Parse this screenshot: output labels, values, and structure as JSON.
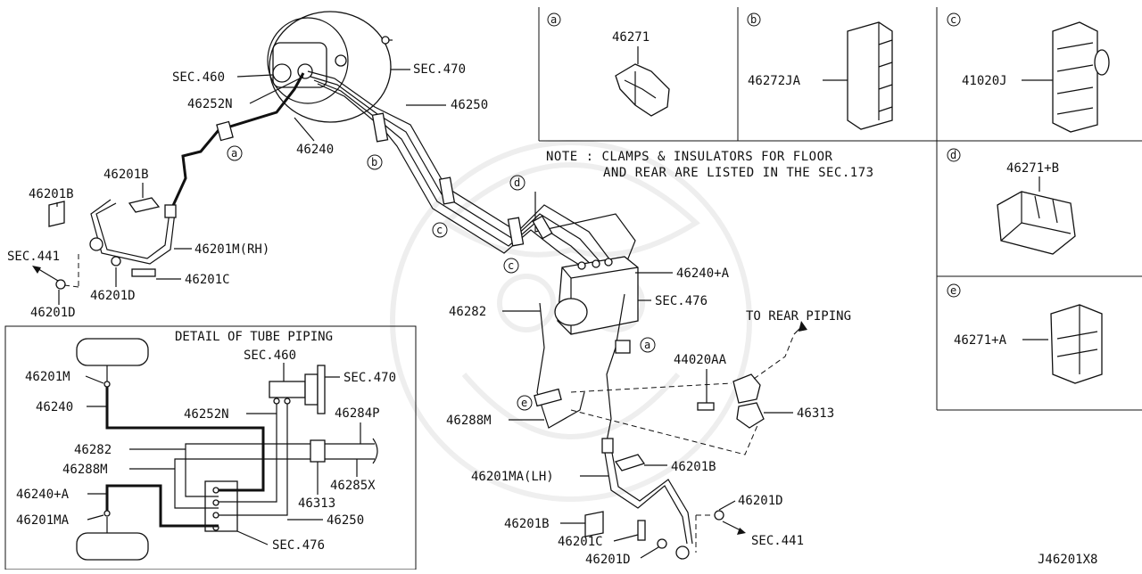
{
  "labels": {
    "sec460_top": "SEC.460",
    "sec470_top": "SEC.470",
    "p46252n_top": "46252N",
    "p46250_top": "46250",
    "p46240_top": "46240",
    "p46201b_a": "46201B",
    "p46201b_b": "46201B",
    "p46201m_rh": "46201M(RH)",
    "sec441_left": "SEC.441",
    "p46201c_left": "46201C",
    "p46201d_left_a": "46201D",
    "p46201d_left_b": "46201D",
    "p46240a_mid": "46240+A",
    "sec476_mid": "SEC.476",
    "p46282_mid": "46282",
    "to_rear": "TO REAR PIPING",
    "p44020aa": "44020AA",
    "p46313_mid": "46313",
    "p46288m_mid": "46288M",
    "p46201ma_lh": "46201MA(LH)",
    "p46201b_right_a": "46201B",
    "p46201b_right_b": "46201B",
    "p46201d_right_a": "46201D",
    "sec441_right": "SEC.441",
    "p46201c_right": "46201C",
    "p46201d_right_b": "46201D",
    "diagram_code": "J46201X8"
  },
  "note": {
    "line1": "NOTE : CLAMPS & INSULATORS FOR FLOOR",
    "line2": "AND REAR ARE LISTED IN THE SEC.173"
  },
  "callouts": {
    "a": "a",
    "b": "b",
    "c": "c",
    "d": "d",
    "e": "e"
  },
  "insets": {
    "a": {
      "letter": "a",
      "part": "46271"
    },
    "b": {
      "letter": "b",
      "part": "46272JA"
    },
    "c": {
      "letter": "c",
      "part": "41020J"
    },
    "d": {
      "letter": "d",
      "part": "46271+B"
    },
    "e": {
      "letter": "e",
      "part": "46271+A"
    }
  },
  "detail": {
    "title": "DETAIL OF TUBE PIPING",
    "p46201m": "46201M",
    "p46240": "46240",
    "sec460": "SEC.460",
    "sec470": "SEC.470",
    "p46252n": "46252N",
    "p46284p": "46284P",
    "p46282": "46282",
    "p46288m": "46288M",
    "p46285x": "46285X",
    "p46313": "46313",
    "p46240a": "46240+A",
    "p46250": "46250",
    "p46201ma": "46201MA",
    "sec476": "SEC.476"
  }
}
